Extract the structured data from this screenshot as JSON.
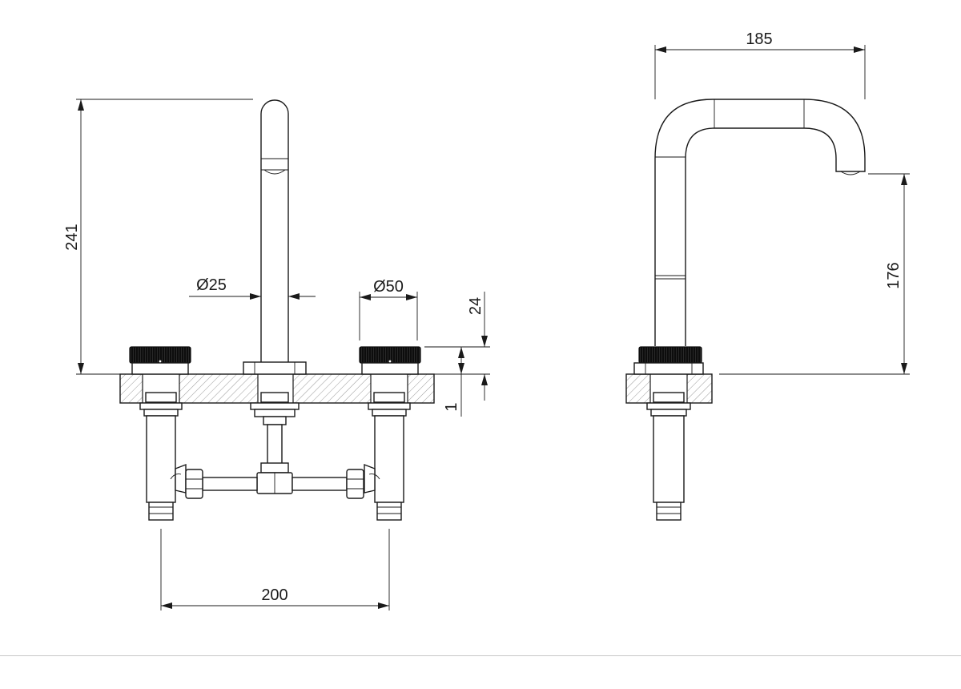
{
  "dimensions": {
    "overall_height": "241",
    "spout_diameter": "Ø25",
    "handle_diameter": "Ø50",
    "handle_height": "24",
    "deck_offset": "1",
    "center_spacing": "200",
    "spout_reach": "185",
    "spout_outlet_height": "176"
  },
  "colors": {
    "line": "#1a1a1a",
    "handle_cap": "#0d0d0d",
    "background": "#ffffff"
  }
}
